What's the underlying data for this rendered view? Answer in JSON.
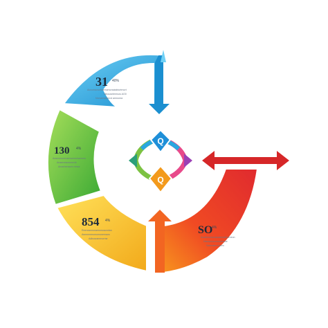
{
  "diagram": {
    "segments": [
      {
        "id": "blue",
        "color": "#29a7e0",
        "value": "31",
        "sub": "40%",
        "caption_line1": "Acncessnomnemomorsatabiortmort",
        "caption_line2": "Ninousntemsos AO0",
        "caption_line3": "Nnmamclemvd amnonra"
      },
      {
        "id": "green",
        "color": "#7cc242",
        "value": "130",
        "sub": "4%",
        "caption_line1": "Aosnnmonrnamwenrslrannmo",
        "caption_line2": "Anaeneacmmecle",
        "caption_line3": "Amarbenaom mmor"
      },
      {
        "id": "yellow",
        "color": "#f6c523",
        "value": "854",
        "sub": "4%",
        "caption_line1": "Reencsnnsnamsmoaondan",
        "caption_line2": "Asnnnnensmomonemaos",
        "caption_line3": "Adbusrammorme"
      },
      {
        "id": "red",
        "color": "#ef3b2c",
        "value": "SO",
        "sub": "4%",
        "caption_line1": "Awalemomvnanaemolmarneon",
        "caption_line2": "Nisesmnucmnummoe",
        "caption_line3": "Saemaernnoem"
      }
    ],
    "center_badges": {
      "top_letter": "Q",
      "bottom_letter": "Q"
    }
  }
}
